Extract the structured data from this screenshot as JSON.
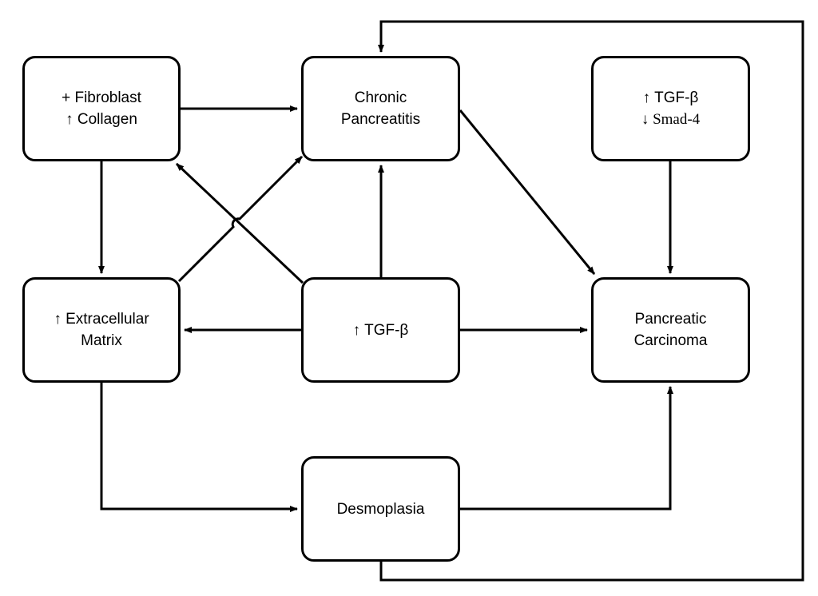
{
  "nodes": {
    "fibroblast": {
      "line1": "+ Fibroblast",
      "line2": "↑ Collagen"
    },
    "chronic": {
      "line1": "Chronic",
      "line2": "Pancreatitis"
    },
    "tgf_smad": {
      "line1": "↑ TGF-β",
      "line2": "↓ Smad-4"
    },
    "ecm": {
      "line1": "↑ Extracellular",
      "line2": "Matrix"
    },
    "tgf": {
      "line1": "↑ TGF-β"
    },
    "carcinoma": {
      "line1": "Pancreatic",
      "line2": "Carcinoma"
    },
    "desmoplasia": {
      "line1": "Desmoplasia"
    }
  }
}
